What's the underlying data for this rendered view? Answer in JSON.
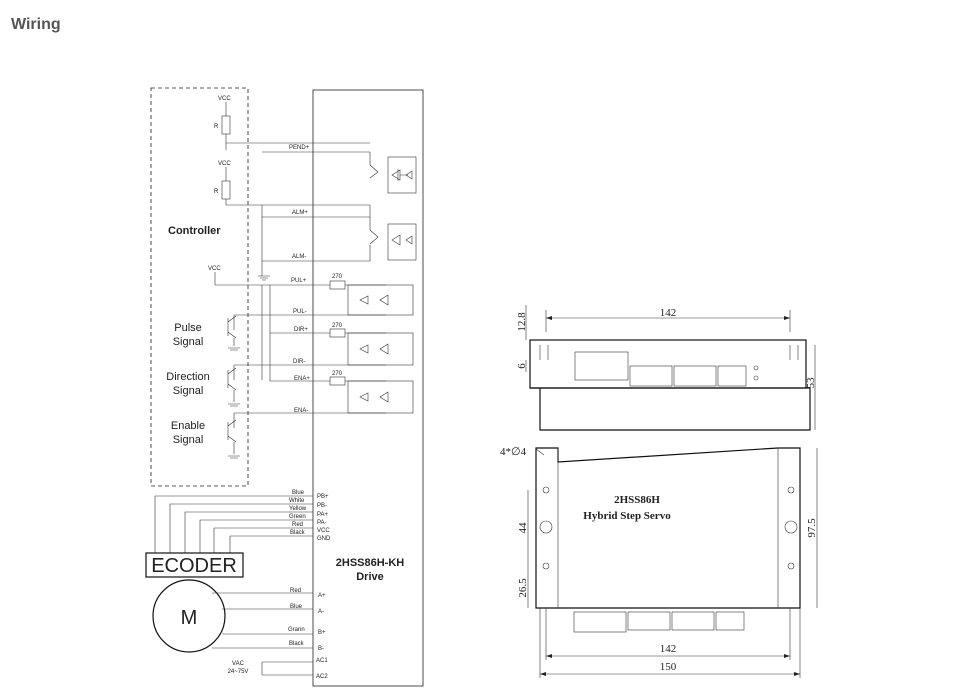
{
  "page_title": "Wiring",
  "wiring": {
    "controller_label": "Controller",
    "vcc": "VCC",
    "r": "R",
    "pend_plus": "PEND+",
    "alm_plus": "ALM+",
    "alm_minus": "ALM-",
    "pul_plus": "PUL+",
    "pul_minus": "PUL-",
    "dir_plus": "DIR+",
    "dir_minus": "DIR-",
    "ena_plus": "ENA+",
    "ena_minus": "ENA-",
    "resistor_value": "270",
    "pulse_line1": "Pulse",
    "pulse_line2": "Signal",
    "direction_line1": "Direction",
    "direction_line2": "Signal",
    "enable_line1": "Enable",
    "enable_line2": "Signal",
    "encoder_wires": [
      "Blue",
      "White",
      "Yellow",
      "Green",
      "Red",
      "Black"
    ],
    "encoder_pins": [
      "PB+",
      "PB-",
      "PA+",
      "PA-",
      "VCC",
      "GND"
    ],
    "encoder_label": "ECODER",
    "motor_label": "M",
    "motor_wires": [
      "Red",
      "Blue",
      "Grann",
      "Black"
    ],
    "motor_pins": [
      "A+",
      "A-",
      "B+",
      "B-"
    ],
    "power_pins": [
      "AC1",
      "AC2"
    ],
    "vac_line1": "VAC",
    "vac_line2": "24~75V",
    "drive_line1": "2HSS86H-KH",
    "drive_line2": "Drive"
  },
  "dimensions": {
    "side_width": "142",
    "dim_12_8": "12.8",
    "dim_6": "6",
    "dim_53": "53",
    "hole_spec": "4*∅4",
    "product_line1": "2HSS86H",
    "product_line2": "Hybrid Step Servo",
    "dim_44": "44",
    "dim_26_5": "26.5",
    "dim_97_5": "97.5",
    "bottom_142": "142",
    "bottom_150": "150"
  }
}
